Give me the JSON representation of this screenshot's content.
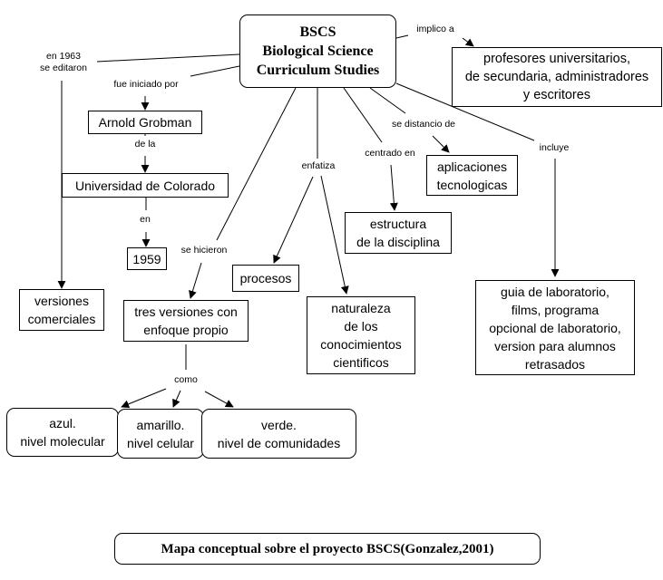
{
  "diagram": {
    "title": "Mapa conceptual sobre el proyecto BSCS(Gonzalez,2001)",
    "nodes": {
      "bscs": "BSCS\nBiological Science\nCurriculum Studies",
      "profesores": "profesores universitarios,\nde secundaria, administradores\ny escritores",
      "grobman": "Arnold Grobman",
      "colorado": "Universidad de Colorado",
      "year1959": "1959",
      "versiones_comerciales": "versiones\ncomerciales",
      "tres_versiones": "tres versiones con\nenfoque propio",
      "procesos": "procesos",
      "naturaleza": "naturaleza\nde los\nconocimientos\ncientificos",
      "estructura": "estructura\nde la disciplina",
      "aplicaciones": "aplicaciones\ntecnologicas",
      "guia": "guia de laboratorio,\nfilms, programa\nopcional de laboratorio,\nversion para alumnos\nretrasados",
      "azul": "azul.\nnivel molecular",
      "amarillo": "amarillo.\nnivel celular",
      "verde": "verde.\nnivel de comunidades"
    },
    "links": {
      "implico": "implico a",
      "en1963": "en 1963\nse editaron",
      "fue_iniciado": "fue iniciado por",
      "de_la": "de la",
      "en": "en",
      "se_hicieron": "se hicieron",
      "enfatiza": "enfatiza",
      "centrado": "centrado en",
      "se_distancio": "se distancio de",
      "incluye": "incluye",
      "como": "como"
    }
  }
}
